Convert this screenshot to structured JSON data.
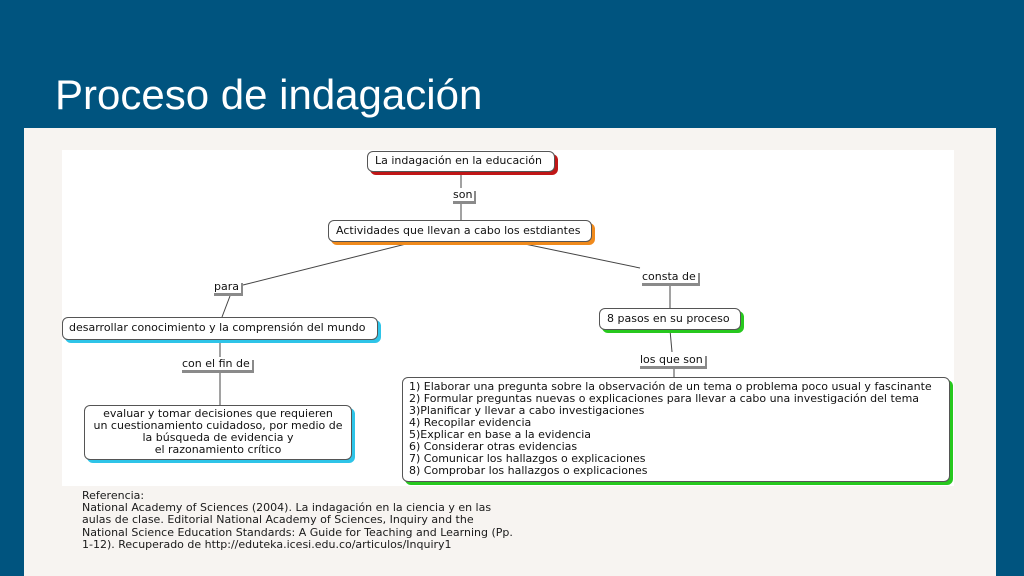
{
  "slide": {
    "title": "Proceso de indagación"
  },
  "concept_map": {
    "root": "La indagación en la educación",
    "link_son": "son",
    "activities": "Actividades que llevan a cabo los estdiantes",
    "link_para": "para",
    "develop": "desarrollar conocimiento y la comprensión del mundo",
    "link_con_el_fin": "con el fin de",
    "evaluate_lines": [
      "evaluar y tomar decisiones que requieren",
      "un cuestionamiento cuidadoso, por medio de",
      "la búsqueda de evidencia y",
      "el razonamiento crítico"
    ],
    "link_consta": "consta de",
    "steps_node": "8 pasos en su proceso",
    "link_los_que": "los que son",
    "steps": [
      "1) Elaborar una pregunta sobre la observación de un tema o problema poco usual y fascinante",
      "2) Formular preguntas nuevas o explicaciones para llevar a cabo una investigación del tema",
      "3)Planificar y llevar a cabo investigaciones",
      "4) Recopilar evidencia",
      "5)Explicar en base a la evidencia",
      "6) Considerar otras evidencias",
      "7) Comunicar los hallazgos o explicaciones",
      "8) Comprobar los hallazgos o explicaciones"
    ],
    "colors": {
      "root_shadow": "#c01616",
      "activities_shadow": "#f08a1c",
      "left_shadow": "#2ec4e8",
      "right_shadow": "#27c81e",
      "slide_background": "#00547f"
    }
  },
  "reference": {
    "lines": [
      "Referencia:",
      "National Academy of Sciences (2004). La indagación en la ciencia y en las",
      "aulas de clase. Editorial National Academy of Sciences, Inquiry and the",
      "National Science Education Standards: A Guide for Teaching and Learning (Pp.",
      "1-12). Recuperado de http://eduteka.icesi.edu.co/articulos/Inquiry1"
    ]
  }
}
